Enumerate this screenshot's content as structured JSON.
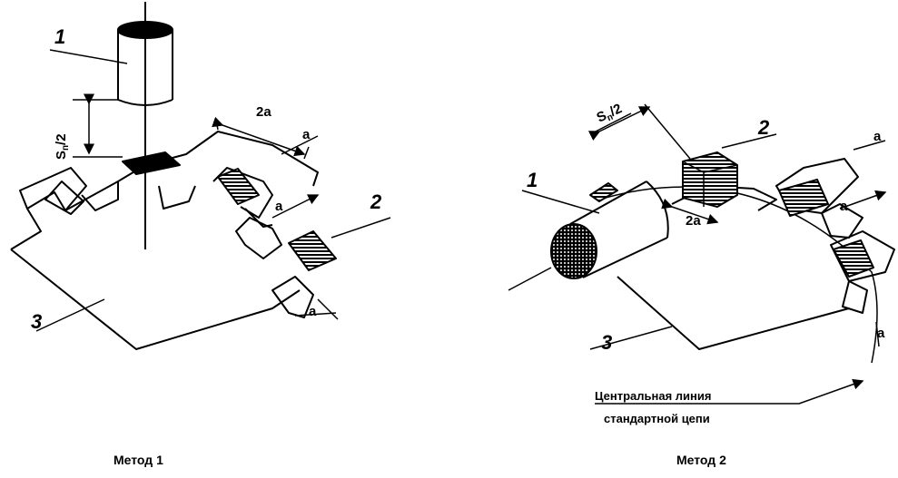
{
  "figure1": {
    "callouts": {
      "indenter": "1",
      "gauge": "2",
      "chain": "3"
    },
    "dims": {
      "half_pitch_main": "S",
      "half_pitch_sub": "п",
      "half_pitch_tail": "/2",
      "double_a": "2a",
      "a_top": "a",
      "a_mid": "a",
      "a_bottom": "a"
    },
    "caption": "Метод 1"
  },
  "figure2": {
    "callouts": {
      "indenter": "1",
      "gauge": "2",
      "chain": "3"
    },
    "dims": {
      "half_pitch_main": "S",
      "half_pitch_sub": "п",
      "half_pitch_tail": "/2",
      "double_a": "2a",
      "a_top": "a",
      "a_mid": "a",
      "a_bottom": "a"
    },
    "note_line1": "Центральная линия",
    "note_line2": "стандартной цепи",
    "caption": "Метод 2"
  },
  "colors": {
    "ink": "#000000",
    "paper": "#ffffff"
  }
}
